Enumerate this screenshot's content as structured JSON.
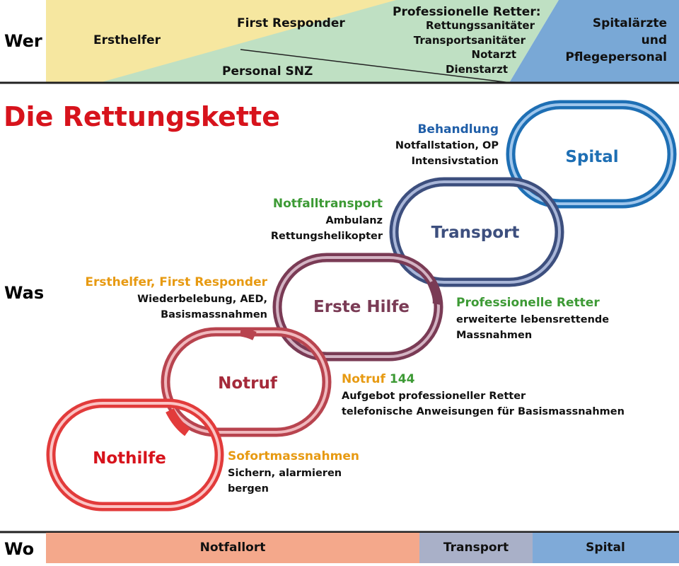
{
  "top": {
    "row_label": "Wer",
    "ersthelfer": "Ersthelfer",
    "first_responder": "First Responder",
    "personal_snz": "Personal SNZ",
    "professionelle_title": "Professionelle Retter:",
    "professionelle_items": [
      "Rettungssanitäter",
      "Transportsanitäter",
      "Notarzt",
      "Dienstarzt"
    ],
    "spital_line1": "Spitalärzte",
    "spital_line2": "und",
    "spital_line3": "Pflegepersonal"
  },
  "title": "Die Rettungskette",
  "middle": {
    "row_label": "Was",
    "links": {
      "nothilfe": "Nothilfe",
      "notruf": "Notruf",
      "erste_hilfe": "Erste Hilfe",
      "transport": "Transport",
      "spital": "Spital"
    },
    "annotations": {
      "behandlung": {
        "head": "Behandlung",
        "lines": [
          "Notfallstation, OP",
          "Intensivstation"
        ]
      },
      "notfalltransport": {
        "head": "Notfalltransport",
        "lines": [
          "Ambulanz",
          "Rettungshelikopter"
        ]
      },
      "ersthelfer_fr": {
        "head": "Ersthelfer, First Responder",
        "lines": [
          "Wiederbelebung, AED,",
          "Basismassnahmen"
        ]
      },
      "prof_retter": {
        "head": "Professionelle Retter",
        "lines": [
          "erweiterte lebensrettende",
          "Massnahmen"
        ]
      },
      "notruf144": {
        "head": "Notruf",
        "head_number": "144",
        "lines": [
          "Aufgebot professioneller Retter",
          "telefonische Anweisungen für Basismassnahmen"
        ]
      },
      "sofort": {
        "head": "Sofortmassnahmen",
        "lines": [
          "Sichern, alarmieren",
          "bergen"
        ]
      }
    }
  },
  "bottom": {
    "row_label": "Wo",
    "notfallort": "Notfallort",
    "transport": "Transport",
    "spital": "Spital"
  },
  "colors": {
    "yellow": "#f6e7a0",
    "green": "#bfe0c3",
    "blue": "#79a8d6",
    "red": "#d7131c",
    "notruf_red": "#a52a3a",
    "erste_hilfe": "#7a3b55",
    "transport": "#3d4f7e",
    "spital": "#1e6fb4",
    "orange": "#e79a12",
    "green_text": "#3d9a35",
    "blue_text": "#1f5ea8",
    "notfallort_bar": "#f4a88b",
    "transport_bar": "#a9b0c8",
    "spital_bar": "#7faad8"
  }
}
